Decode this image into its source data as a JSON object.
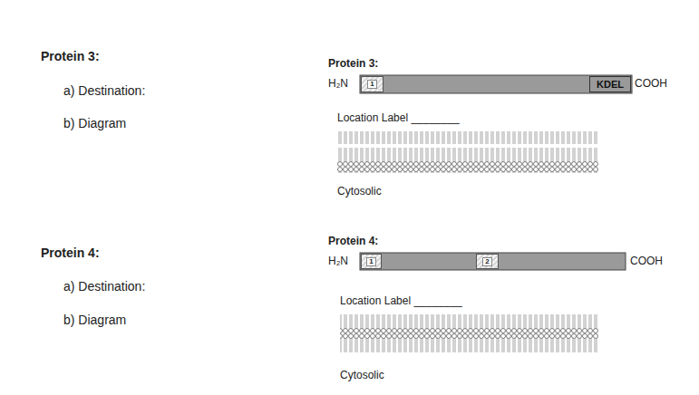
{
  "diagram": {
    "nodes": [
      {
        "text": [
          "1"
        ]
      },
      {
        "text": [
          "KDEL"
        ]
      },
      {
        "text": [
          "1"
        ]
      },
      {
        "text": [
          "2"
        ]
      }
    ],
    "labels": [
      "Protein 3:",
      "a) Destination:",
      "b) Diagram",
      "Protein 3:",
      "H₂N",
      "COOH",
      "Location Label ________",
      "Cytosolic",
      "Protein 4:",
      "a) Destination:",
      "b) Diagram",
      "Protein 4:",
      "H₂N",
      "COOH",
      "Location Label ________",
      "Cytosolic"
    ]
  }
}
